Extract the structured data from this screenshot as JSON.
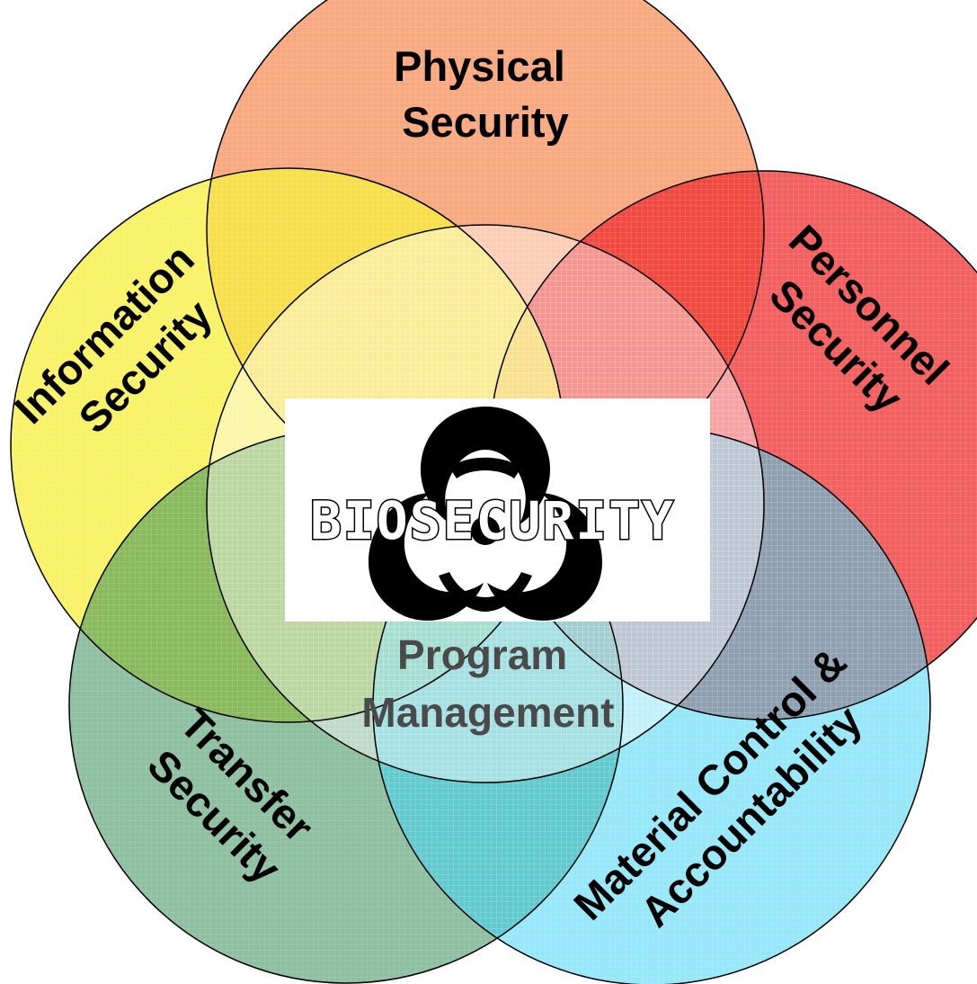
{
  "diagram": {
    "circles": [
      {
        "id": "physical",
        "label_lines": [
          "Physical",
          "Security"
        ],
        "color": "#f79a6a"
      },
      {
        "id": "personnel",
        "label_lines": [
          "Personnel",
          "Security"
        ],
        "color": "#ee2a2a"
      },
      {
        "id": "material",
        "label_lines": [
          "Material Control &",
          "Accountability"
        ],
        "color": "#3fd3f2"
      },
      {
        "id": "transfer",
        "label_lines": [
          "Transfer",
          "Security"
        ],
        "color": "#2f8a52"
      },
      {
        "id": "information",
        "label_lines": [
          "Information",
          "Security"
        ],
        "color": "#f6ee3c"
      },
      {
        "id": "program",
        "label_lines": [
          "Program",
          "Management"
        ],
        "color": "#ffffff"
      }
    ],
    "logo": {
      "text": "BIOSECURITY",
      "icon": "biohazard-icon"
    },
    "outline_color": "#000000",
    "center_text_color": "#4a4a4a"
  }
}
